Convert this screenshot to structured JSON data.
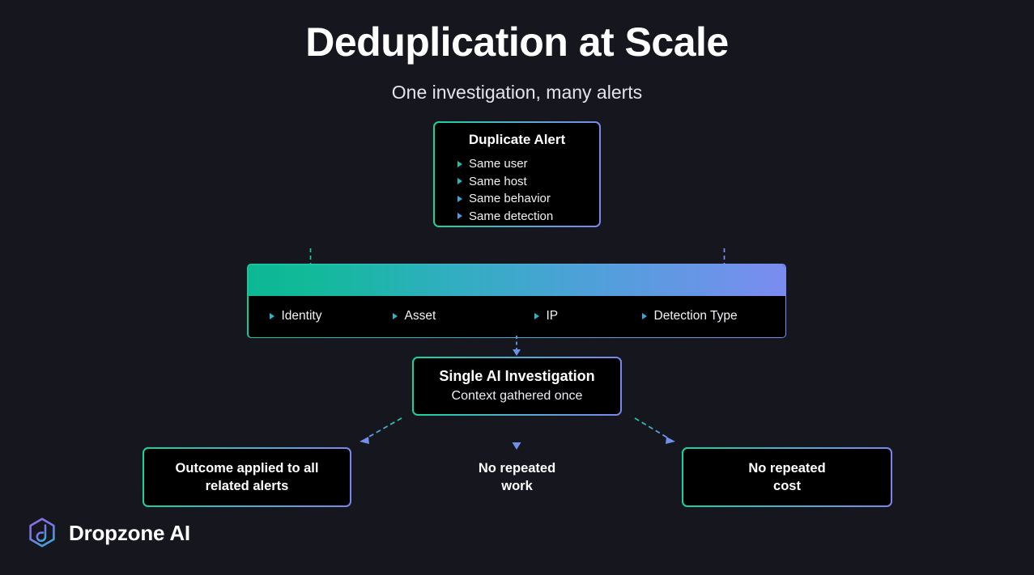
{
  "background_color": "#15161e",
  "accent": {
    "teal": "#0cb894",
    "purple": "#7b8cf0",
    "gradient": "linear-gradient(90deg,#0cb894,#7b8cf0)"
  },
  "header": {
    "title": "Deduplication at Scale",
    "subtitle": "One investigation, many alerts"
  },
  "duplicate_alert": {
    "heading": "Duplicate Alert",
    "items": [
      {
        "label": "Same user"
      },
      {
        "label": "Same host"
      },
      {
        "label": "Same behavior"
      },
      {
        "label": "Same detection"
      }
    ]
  },
  "dimensions_bar": {
    "items": [
      {
        "label": "Identity"
      },
      {
        "label": "Asset"
      },
      {
        "label": "IP"
      },
      {
        "label": "Detection Type"
      }
    ]
  },
  "investigation": {
    "heading": "Single AI Investigation",
    "subtext": "Context gathered once"
  },
  "outcomes": [
    {
      "text": "Outcome applied to all\nrelated alerts",
      "boxed": true
    },
    {
      "text": "No repeated\nwork",
      "boxed": false
    },
    {
      "text": "No repeated\ncost",
      "boxed": true
    }
  ],
  "brand": {
    "name": "Dropzone AI",
    "logo_icon": "dropzone-hexagon-logo"
  }
}
